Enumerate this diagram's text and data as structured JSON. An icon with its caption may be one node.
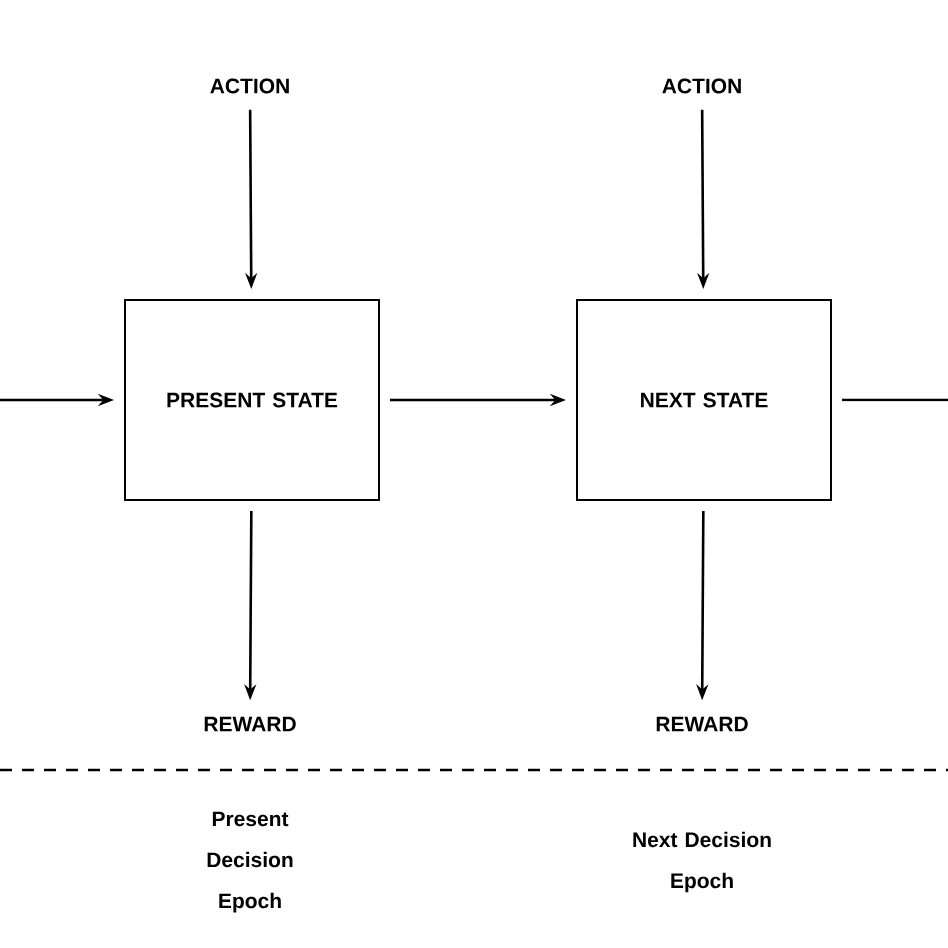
{
  "diagram": {
    "nodes": [
      {
        "text": [
          "ACTION"
        ]
      },
      {
        "text": [
          "PRESENT STATE"
        ]
      },
      {
        "text": [
          "REWARD"
        ]
      },
      {
        "text": [
          "ACTION"
        ]
      },
      {
        "text": [
          "NEXT STATE"
        ]
      },
      {
        "text": [
          "REWARD"
        ]
      }
    ],
    "edges": [
      {
        "from": 0,
        "to": 1,
        "arrow": "to"
      },
      {
        "from": 1,
        "to": 2,
        "arrow": "to"
      },
      {
        "from": 3,
        "to": 4,
        "arrow": "to"
      },
      {
        "from": 4,
        "to": 5,
        "arrow": "to"
      },
      {
        "from": null,
        "to": 1,
        "arrow": "to"
      },
      {
        "from": 1,
        "to": 4,
        "arrow": "to"
      },
      {
        "from": 4,
        "to": null,
        "arrow": "none"
      }
    ],
    "labels": [
      "Present Decision Epoch",
      "Next Decision Epoch"
    ]
  }
}
